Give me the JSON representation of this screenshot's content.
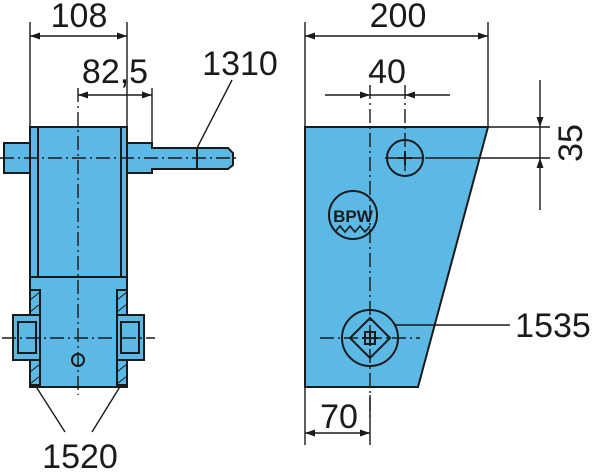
{
  "diagram": {
    "colors": {
      "part_fill": "#5cb8e4",
      "line": "#1a1a1a",
      "background": "#ffffff"
    },
    "dimensions": {
      "dim_108": "108",
      "dim_82_5": "82,5",
      "dim_200": "200",
      "dim_40": "40",
      "dim_35": "35",
      "dim_70": "70"
    },
    "part_labels": {
      "label_1310": "1310",
      "label_1535": "1535",
      "label_1520": "1520"
    },
    "logo_text": "BPW"
  }
}
